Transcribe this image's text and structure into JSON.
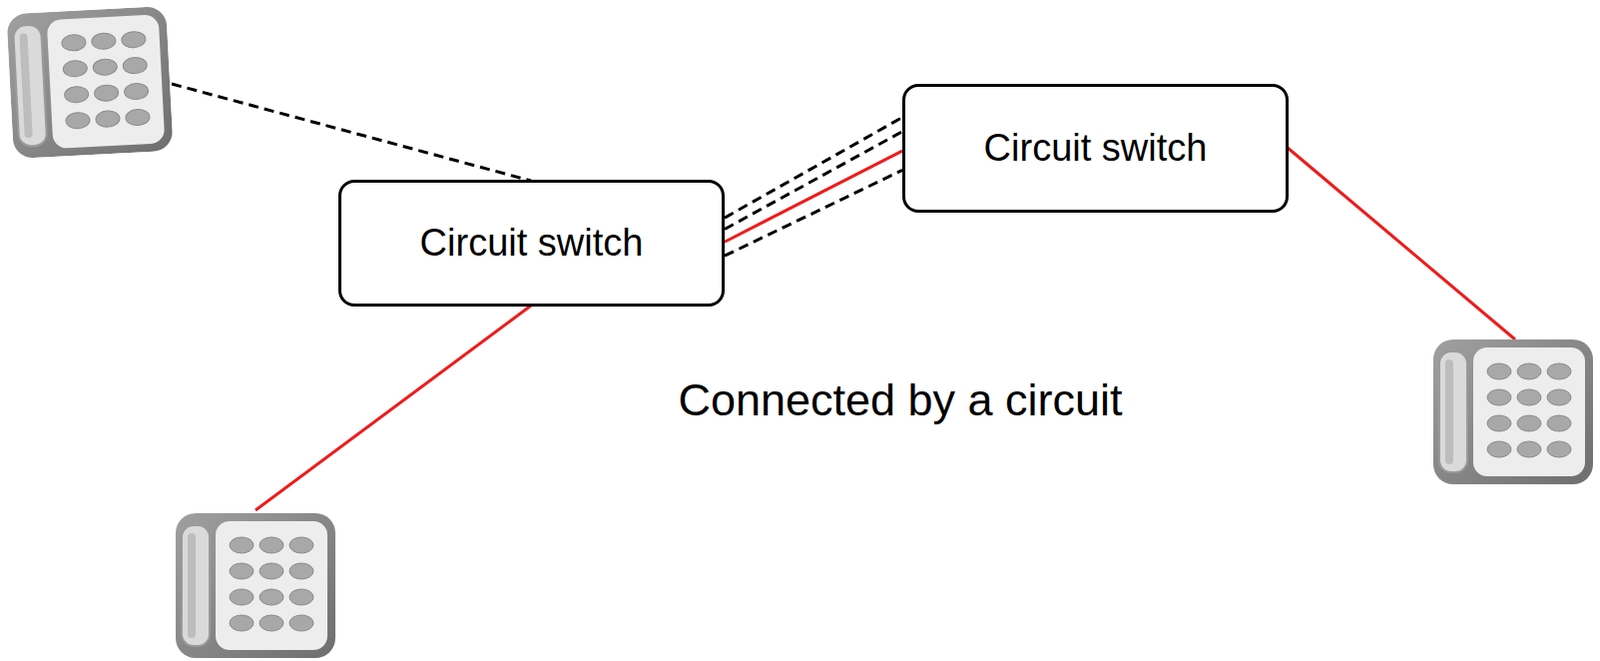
{
  "diagram": {
    "nodes": [
      {
        "text": [
          "Circuit switch"
        ]
      },
      {
        "text": [
          "Circuit switch"
        ]
      }
    ],
    "edges": [
      {
        "from": 0,
        "to": 1,
        "arrow": "none"
      },
      {
        "from": 0,
        "to": 1,
        "arrow": "none"
      },
      {
        "from": 0,
        "to": 1,
        "arrow": "none"
      },
      {
        "from": 0,
        "to": 1,
        "arrow": "none"
      }
    ],
    "labels": [
      "Connected by a circuit"
    ]
  }
}
